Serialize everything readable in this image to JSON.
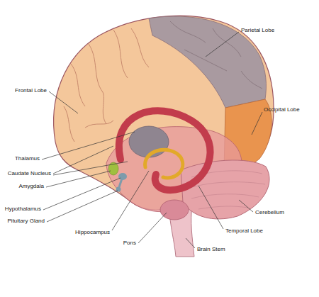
{
  "diagram": {
    "labels": [
      "Parietal Lobe",
      "Frontal Lobe",
      "Occipital Lobe",
      "Thalamus",
      "Caudate Nucleus",
      "Amygdala",
      "Hypothalamus",
      "Pituitary Gland",
      "Hippocampus",
      "Pons",
      "Cerebellum",
      "Temporal Lobe",
      "Brain Stem"
    ]
  }
}
